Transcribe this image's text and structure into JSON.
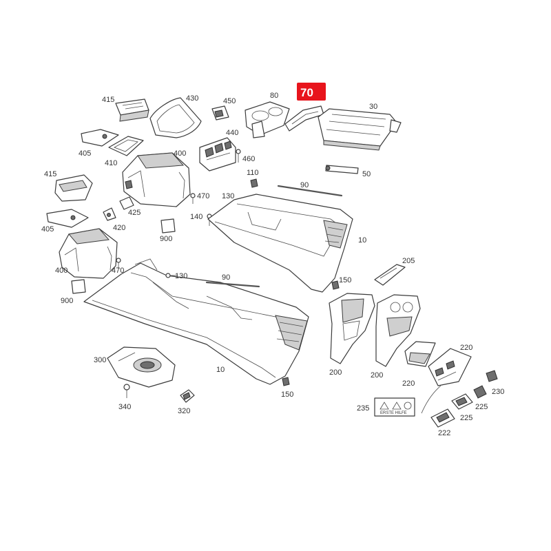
{
  "diagram": {
    "highlight_color": "#e8141c",
    "highlighted_part": "70",
    "labels": {
      "p415a": "415",
      "p430": "430",
      "p450": "450",
      "p80": "80",
      "p70": "70",
      "p30": "30",
      "p440": "440",
      "p405a": "405",
      "p410": "410",
      "p400a": "400",
      "p460": "460",
      "p50": "50",
      "p415b": "415",
      "p110": "110",
      "p90a": "90",
      "p470a": "470",
      "p130a": "130",
      "p425": "425",
      "p140": "140",
      "p405b": "405",
      "p420": "420",
      "p900a": "900",
      "p10a": "10",
      "p400b": "400",
      "p470b": "470",
      "p130b": "130",
      "p90b": "90",
      "p205": "205",
      "p900b": "900",
      "p150a": "150",
      "p220a": "220",
      "p300": "300",
      "p10b": "10",
      "p200a": "200",
      "p200b": "200",
      "p220b": "220",
      "p230": "230",
      "p150b": "150",
      "p235": "235",
      "p225a": "225",
      "p340": "340",
      "p320": "320",
      "p225b": "225",
      "p222": "222"
    }
  }
}
